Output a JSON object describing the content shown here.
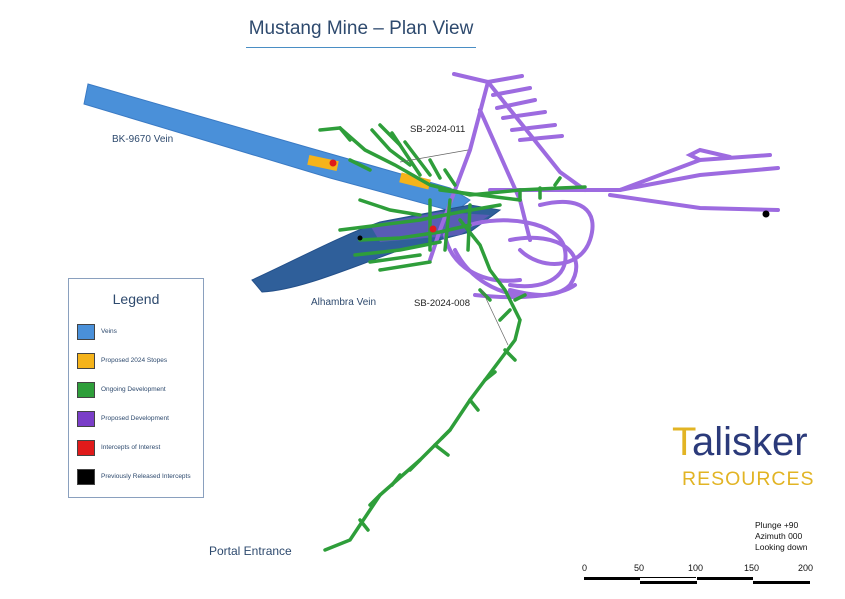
{
  "title": "Mustang Mine – Plan View",
  "labels": {
    "bk_vein": "BK-9670 Vein",
    "alhambra_vein": "Alhambra Vein",
    "hole_011": "SB-2024-011",
    "hole_008": "SB-2024-008",
    "portal": "Portal Entrance"
  },
  "legend": {
    "title": "Legend",
    "items": [
      {
        "label": "Veins",
        "color": "#4a90d9"
      },
      {
        "label": "Proposed 2024 Stopes",
        "color": "#f5b31a"
      },
      {
        "label": "Ongoing Development",
        "color": "#2e9e3a"
      },
      {
        "label": "Proposed Development",
        "color": "#7a3ec8"
      },
      {
        "label": "Intercepts of Interest",
        "color": "#e01a1a"
      },
      {
        "label": "Previously Released Intercepts",
        "color": "#000000"
      }
    ]
  },
  "logo": {
    "main_t": "T",
    "main_rest": "alisker",
    "sub": "RESOURCES"
  },
  "view_info": {
    "plunge": "Plunge +90",
    "azimuth": "Azimuth 000",
    "looking": "Looking down"
  },
  "scale_bar": {
    "ticks": [
      "0",
      "50",
      "100",
      "150",
      "200"
    ]
  },
  "colors": {
    "vein": "#4a90d9",
    "vein_dark": "#2f5f9a",
    "stope": "#f5b31a",
    "ongoing": "#2e9e3a",
    "proposed": "#9d6be0"
  }
}
